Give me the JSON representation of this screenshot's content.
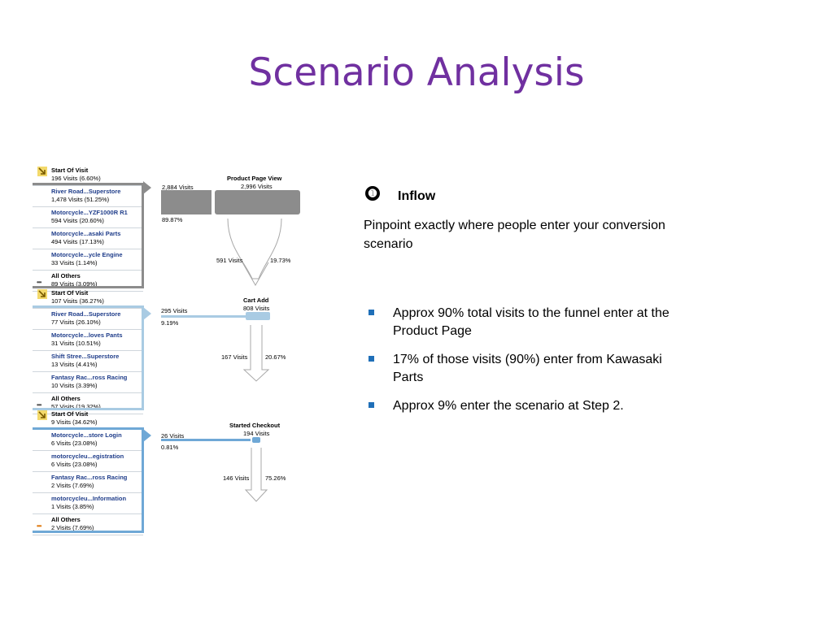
{
  "title": "Scenario Analysis",
  "inflow": {
    "icon": "➊",
    "heading": "Inflow",
    "description": "Pinpoint exactly where people enter your conversion scenario"
  },
  "bullets": [
    "Approx 90% total visits to the funnel enter at the Product Page",
    "17% of those visits (90%) enter from Kawasaki Parts",
    "Approx 9% enter the scenario at Step 2."
  ],
  "funnel": {
    "steps": [
      {
        "name": "Product Page View",
        "total": "2,996 Visits",
        "inflow_visits": "2,884 Visits",
        "inflow_pct": "89.87%",
        "continue_visits": "591 Visits",
        "continue_pct": "19.73%",
        "sources": [
          {
            "name": "Start Of Visit",
            "visits": "196 Visits (6.60%)"
          },
          {
            "name": "River Road...Superstore",
            "visits": "1,478 Visits (51.25%)"
          },
          {
            "name": "Motorcycle...YZF1000R R1",
            "visits": "594 Visits (20.60%)"
          },
          {
            "name": "Motorcycle...asaki Parts",
            "visits": "494 Visits (17.13%)"
          },
          {
            "name": "Motorcycle...ycle Engine",
            "visits": "33 Visits (1.14%)"
          },
          {
            "name": "All Others",
            "visits": "89 Visits (3.09%)"
          }
        ]
      },
      {
        "name": "Cart Add",
        "total": "808 Visits",
        "inflow_visits": "295 Visits",
        "inflow_pct": "9.19%",
        "continue_visits": "167 Visits",
        "continue_pct": "20.67%",
        "sources": [
          {
            "name": "Start Of Visit",
            "visits": "107 Visits (36.27%)"
          },
          {
            "name": "River Road...Superstore",
            "visits": "77 Visits (26.10%)"
          },
          {
            "name": "Motorcycle...loves Pants",
            "visits": "31 Visits (10.51%)"
          },
          {
            "name": "Shift Stree...Superstore",
            "visits": "13 Visits (4.41%)"
          },
          {
            "name": "Fantasy Rac...ross Racing",
            "visits": "10 Visits (3.39%)"
          },
          {
            "name": "All Others",
            "visits": "57 Visits (19.32%)"
          }
        ]
      },
      {
        "name": "Started Checkout",
        "total": "194 Visits",
        "inflow_visits": "26 Visits",
        "inflow_pct": "0.81%",
        "continue_visits": "146 Visits",
        "continue_pct": "75.26%",
        "sources": [
          {
            "name": "Start Of Visit",
            "visits": "9 Visits (34.62%)"
          },
          {
            "name": "Motorcycle...store Login",
            "visits": "6 Visits (23.08%)"
          },
          {
            "name": "motorcycleu...egistration",
            "visits": "6 Visits (23.08%)"
          },
          {
            "name": "Fantasy Rac...ross Racing",
            "visits": "2 Visits (7.69%)"
          },
          {
            "name": "motorcycleu...Information",
            "visits": "1 Visits (3.85%)"
          },
          {
            "name": "All Others",
            "visits": "2 Visits (7.69%)"
          }
        ]
      }
    ],
    "others_marker": "•••"
  },
  "colors": {
    "title": "#7030a0",
    "bullet": "#1f6fb8",
    "step1_bar": "#8c8c8c",
    "step2_bar": "#a9cbe3",
    "step3_bar": "#6fa8d6"
  }
}
